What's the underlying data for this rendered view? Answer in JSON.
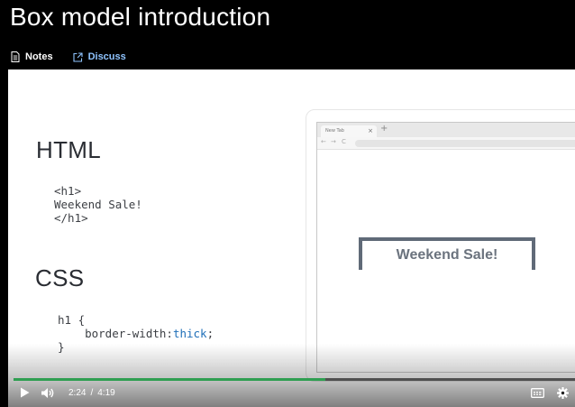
{
  "page": {
    "title": "Box model introduction"
  },
  "tabs": [
    {
      "label": "Notes",
      "icon": "notes-icon"
    },
    {
      "label": "Discuss",
      "icon": "external-link-icon"
    }
  ],
  "slide": {
    "html_heading": "HTML",
    "html_code": [
      "<h1>",
      "Weekend Sale!",
      "</h1>"
    ],
    "css_heading": "CSS",
    "css_code": {
      "line1": "h1 {",
      "line2_prefix": "    border-width:",
      "line2_keyword": "thick",
      "line2_suffix": ";",
      "line3": "}"
    },
    "browser": {
      "tab_label": "New Tab",
      "tab_close": "×",
      "new_tab": "+",
      "nav_back": "←",
      "nav_forward": "→",
      "nav_reload": "C"
    },
    "preview_text": "Weekend Sale!"
  },
  "player": {
    "current_time": "2:24",
    "separator": "/",
    "duration": "4:19",
    "progress_fraction": 0.556,
    "progress_color": "#2f9e51"
  }
}
